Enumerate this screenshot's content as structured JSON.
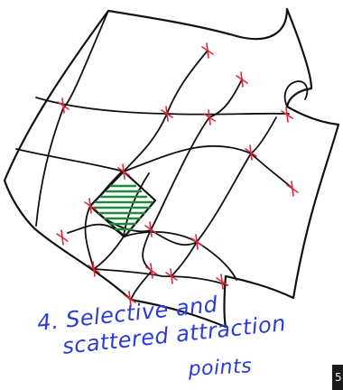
{
  "caption": {
    "line1": "4. Selective and",
    "line2": "scattered attraction",
    "line3": "points"
  },
  "page_number": "5",
  "colors": {
    "ink": "#111111",
    "hatch": "#1e8a3a",
    "markers": "#e0283a",
    "caption": "#2b3bd8",
    "page_number_bg": "#1a1a1a"
  }
}
